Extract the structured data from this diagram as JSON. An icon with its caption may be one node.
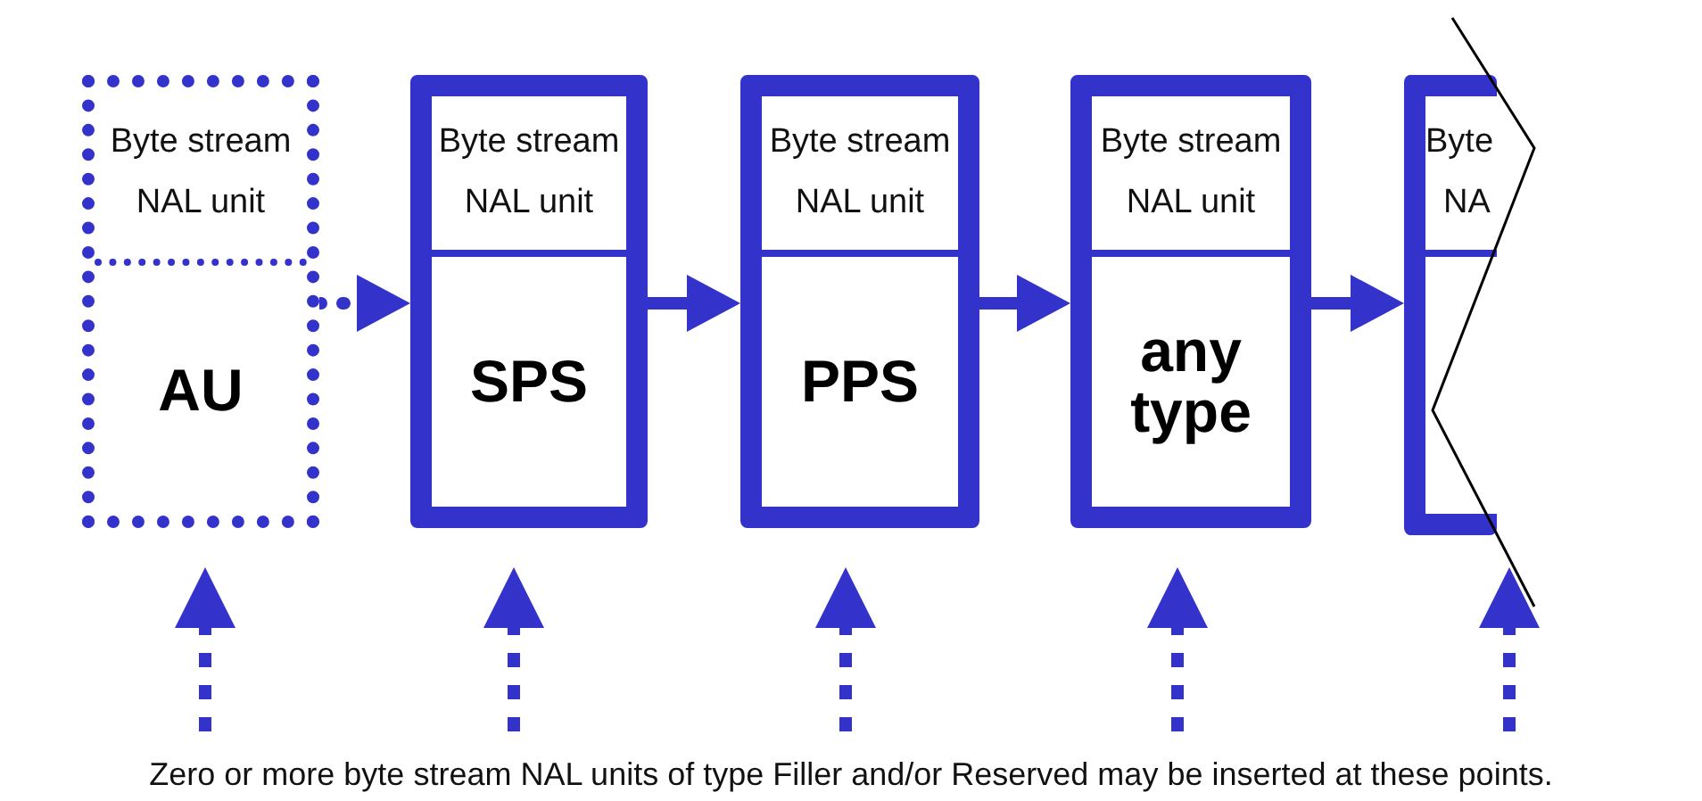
{
  "diagram": {
    "nodes": [
      {
        "text": [
          "Byte stream NAL unit",
          "AU"
        ]
      },
      {
        "text": [
          "Byte stream NAL unit",
          "SPS"
        ]
      },
      {
        "text": [
          "Byte stream NAL unit",
          "PPS"
        ]
      },
      {
        "text": [
          "Byte stream NAL unit",
          "any type"
        ]
      },
      {
        "text": [
          "Byte",
          "NA"
        ]
      },
      {
        "text": [
          "Zero or more byte stream NAL units of type Filler and/or Reserved may be inserted at these points."
        ]
      }
    ],
    "edges": [
      {
        "from": 0,
        "to": 1,
        "arrow": "to",
        "style": "dashed"
      },
      {
        "from": 1,
        "to": 2,
        "arrow": "to"
      },
      {
        "from": 2,
        "to": 3,
        "arrow": "to"
      },
      {
        "from": 3,
        "to": 4,
        "arrow": "to"
      },
      {
        "from": 5,
        "to": 0,
        "arrow": "to",
        "style": "dashed"
      },
      {
        "from": 5,
        "to": 1,
        "arrow": "to",
        "style": "dashed"
      },
      {
        "from": 5,
        "to": 2,
        "arrow": "to",
        "style": "dashed"
      },
      {
        "from": 5,
        "to": 3,
        "arrow": "to",
        "style": "dashed"
      },
      {
        "from": 5,
        "to": 4,
        "arrow": "to",
        "style": "dashed"
      }
    ]
  }
}
